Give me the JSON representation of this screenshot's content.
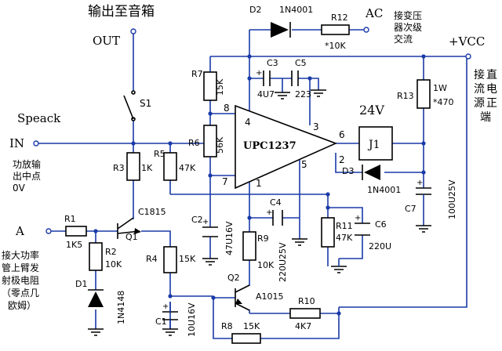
{
  "labels": {
    "top_note": "输出至音箱",
    "out": "OUT",
    "s1": "S1",
    "speack": "Speack",
    "in": "IN",
    "mid_point": [
      "功放输",
      "出中点",
      "0V"
    ],
    "a": "A",
    "a_note": [
      "接大功率",
      "管上臂发",
      "射极电阻",
      "（零点几",
      "欧姆）"
    ],
    "d2": "D2",
    "d2_part": "1N4001",
    "r12": "R12",
    "r12_val": "*10K",
    "ac": "AC",
    "ac_note": [
      "接变压",
      "器次级",
      "交流"
    ],
    "vcc": "+VCC",
    "vcc_note": [
      "接",
      "直",
      "流",
      "电",
      "源",
      "正",
      "端"
    ],
    "r7": "R7",
    "r7_val": "15K",
    "c3": "C3",
    "c3_val": "4U7",
    "c5": "C5",
    "c5_val": "223",
    "r13": "R13",
    "r13_val": "1W",
    "r13_val2": "*470",
    "v24": "24V",
    "ic": "UPC1237",
    "pin8": "8",
    "pin4": "4",
    "pin3": "3",
    "pin6": "6",
    "pin2": "2",
    "pin5": "5",
    "pin7": "7",
    "pin1": "1",
    "j1": "J1",
    "r6": "R6",
    "r6_val": "56K",
    "r5": "R5",
    "r5_val": "47K",
    "r3": "R3",
    "r3_val": "1K",
    "d3": "D3",
    "d3_part": "1N4001",
    "c7": "C7",
    "c7_val": "100U25V",
    "c1815": "C1815",
    "q1": "Q1",
    "r1": "R1",
    "r1_val": "1K5",
    "r2": "R2",
    "r2_val": "10K",
    "d1": "D1",
    "d1_part": "1N4148",
    "c2": "C2",
    "c2_val": "47U16V",
    "c4": "C4",
    "r9": "R9",
    "r9_val": "10K",
    "c4_val": "220U25V",
    "r11": "R11",
    "r11_val": "47K",
    "c6": "C6",
    "c6_val": "220U",
    "r4": "R4",
    "r4_val": "15K",
    "q2": "Q2",
    "a1015": "A1015",
    "r10": "R10",
    "r10_val": "4K7",
    "c1": "C1",
    "c1_val": "10U16V",
    "r8": "R8",
    "r8_val": "15K"
  },
  "colors": {
    "wire": "#1a3aa8",
    "ink": "#000000",
    "background": "#ffffff"
  }
}
